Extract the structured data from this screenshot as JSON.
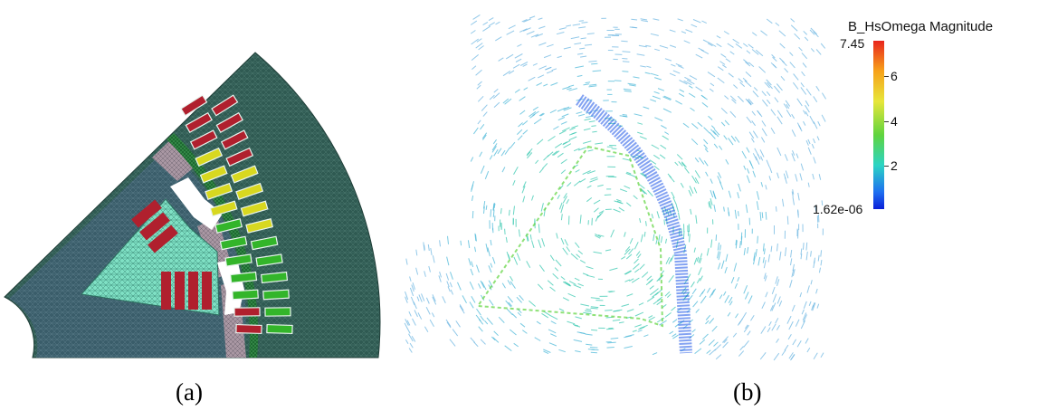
{
  "captions": {
    "a": "(a)",
    "b": "(b)"
  },
  "legend": {
    "title": "B_HsOmega Magnitude",
    "max_label": "7.45",
    "min_label": "1.62e-06",
    "ticks": [
      "6",
      "4",
      "2"
    ]
  },
  "colors": {
    "mesh_dark": "#2f5a52",
    "mesh_light": "#7fe0c4",
    "coil_red": "#b0202e",
    "coil_yellow": "#d8d820",
    "coil_green": "#33b52a",
    "air_gap_green": "#1d6a30",
    "pink_segment": "#a997a3"
  }
}
